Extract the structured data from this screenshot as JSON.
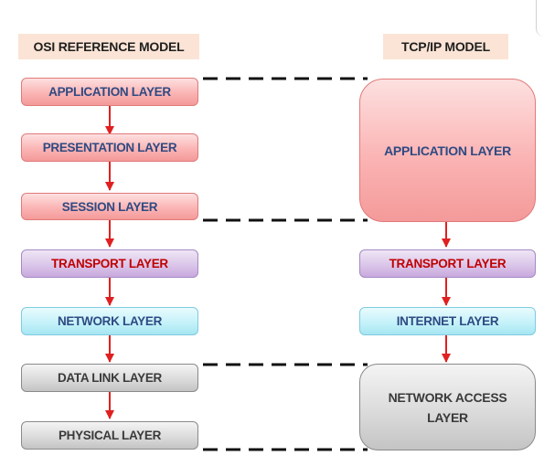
{
  "headings": {
    "osi": "OSI REFERENCE MODEL",
    "tcpip": "TCP/IP MODEL"
  },
  "osi_layers": {
    "application": "APPLICATION LAYER",
    "presentation": "PRESENTATION LAYER",
    "session": "SESSION LAYER",
    "transport": "TRANSPORT LAYER",
    "network": "NETWORK LAYER",
    "data_link": "DATA LINK LAYER",
    "physical": "PHYSICAL LAYER"
  },
  "tcpip_layers": {
    "application": "APPLICATION LAYER",
    "transport": "TRANSPORT LAYER",
    "internet": "INTERNET LAYER",
    "network_access_line1": "NETWORK ACCESS",
    "network_access_line2": "LAYER"
  },
  "colors": {
    "application_group": "#fbb4b4",
    "transport": "#d9c3e8",
    "network": "#c2f1f9",
    "link_group": "#d9d9d9",
    "arrow": "#e02020",
    "connector": "#111111",
    "heading_background": "#fbe4d5"
  }
}
